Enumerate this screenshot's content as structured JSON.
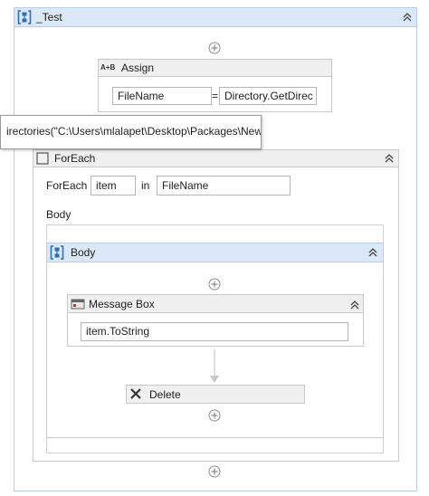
{
  "sequence": {
    "title": "_Test"
  },
  "assign": {
    "title": "Assign",
    "icon_text": "A+B",
    "to": "FileName",
    "equals": "=",
    "value": "Directory.GetDirec"
  },
  "tooltip": {
    "text": "irectories(\"C:\\Users\\mlalapet\\Desktop\\Packages\\New"
  },
  "foreach": {
    "title": "ForEach",
    "label": "ForEach",
    "item": "item",
    "in_label": "in",
    "collection": "FileName",
    "body_label": "Body"
  },
  "body_sequence": {
    "title": "Body"
  },
  "message_box": {
    "title": "Message Box",
    "text": "item.ToString"
  },
  "delete": {
    "title": "Delete"
  },
  "colors": {
    "accent": "#2d6fb7",
    "header_bg": "#dbe8f7",
    "border": "#b8cde6"
  }
}
